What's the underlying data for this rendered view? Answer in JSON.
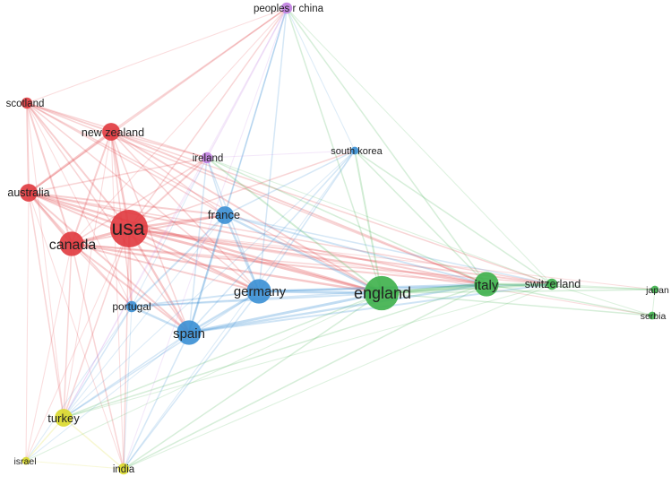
{
  "clusters": {
    "red": "#e0393e",
    "blue": "#3a8fd4",
    "green": "#3db04a",
    "purple": "#c07ee0",
    "yellow": "#d9d92a"
  },
  "nodes": [
    {
      "id": "peoples r china",
      "label": "peoples r china",
      "cluster": "purple",
      "weight": 2
    },
    {
      "id": "scotland",
      "label": "scotland",
      "cluster": "red",
      "weight": 2
    },
    {
      "id": "new zealand",
      "label": "new zealand",
      "cluster": "red",
      "weight": 4
    },
    {
      "id": "ireland",
      "label": "ireland",
      "cluster": "purple",
      "weight": 2
    },
    {
      "id": "south korea",
      "label": "south korea",
      "cluster": "blue",
      "weight": 1
    },
    {
      "id": "australia",
      "label": "australia",
      "cluster": "red",
      "weight": 4
    },
    {
      "id": "usa",
      "label": "usa",
      "cluster": "red",
      "weight": 10
    },
    {
      "id": "france",
      "label": "france",
      "cluster": "blue",
      "weight": 4
    },
    {
      "id": "canada",
      "label": "canada",
      "cluster": "red",
      "weight": 6
    },
    {
      "id": "germany",
      "label": "germany",
      "cluster": "blue",
      "weight": 6
    },
    {
      "id": "england",
      "label": "england",
      "cluster": "green",
      "weight": 9
    },
    {
      "id": "italy",
      "label": "italy",
      "cluster": "green",
      "weight": 6
    },
    {
      "id": "switzerland",
      "label": "switzerland",
      "cluster": "green",
      "weight": 2
    },
    {
      "id": "japan",
      "label": "japan",
      "cluster": "green",
      "weight": 1
    },
    {
      "id": "serbia",
      "label": "serbia",
      "cluster": "green",
      "weight": 1
    },
    {
      "id": "portugal",
      "label": "portugal",
      "cluster": "blue",
      "weight": 2
    },
    {
      "id": "spain",
      "label": "spain",
      "cluster": "blue",
      "weight": 6
    },
    {
      "id": "turkey",
      "label": "turkey",
      "cluster": "yellow",
      "weight": 4
    },
    {
      "id": "israel",
      "label": "israel",
      "cluster": "yellow",
      "weight": 1
    },
    {
      "id": "india",
      "label": "india",
      "cluster": "yellow",
      "weight": 2
    }
  ],
  "edges": [
    [
      "usa",
      "canada",
      5
    ],
    [
      "usa",
      "australia",
      4
    ],
    [
      "usa",
      "new zealand",
      4
    ],
    [
      "usa",
      "scotland",
      3
    ],
    [
      "usa",
      "england",
      5
    ],
    [
      "usa",
      "germany",
      4
    ],
    [
      "usa",
      "spain",
      4
    ],
    [
      "usa",
      "france",
      4
    ],
    [
      "usa",
      "italy",
      4
    ],
    [
      "usa",
      "portugal",
      3
    ],
    [
      "usa",
      "ireland",
      3
    ],
    [
      "usa",
      "peoples r china",
      2
    ],
    [
      "usa",
      "south korea",
      2
    ],
    [
      "usa",
      "switzerland",
      3
    ],
    [
      "usa",
      "turkey",
      2
    ],
    [
      "usa",
      "india",
      2
    ],
    [
      "usa",
      "israel",
      1
    ],
    [
      "usa",
      "japan",
      1
    ],
    [
      "usa",
      "serbia",
      1
    ],
    [
      "canada",
      "australia",
      4
    ],
    [
      "canada",
      "new zealand",
      3
    ],
    [
      "canada",
      "scotland",
      3
    ],
    [
      "canada",
      "england",
      4
    ],
    [
      "canada",
      "germany",
      3
    ],
    [
      "canada",
      "spain",
      3
    ],
    [
      "canada",
      "france",
      3
    ],
    [
      "canada",
      "italy",
      3
    ],
    [
      "canada",
      "portugal",
      2
    ],
    [
      "canada",
      "ireland",
      2
    ],
    [
      "canada",
      "turkey",
      2
    ],
    [
      "canada",
      "india",
      2
    ],
    [
      "canada",
      "israel",
      1
    ],
    [
      "canada",
      "peoples r china",
      1
    ],
    [
      "canada",
      "switzerland",
      2
    ],
    [
      "australia",
      "new zealand",
      4
    ],
    [
      "australia",
      "scotland",
      3
    ],
    [
      "australia",
      "england",
      4
    ],
    [
      "australia",
      "germany",
      3
    ],
    [
      "australia",
      "spain",
      3
    ],
    [
      "australia",
      "france",
      3
    ],
    [
      "australia",
      "italy",
      3
    ],
    [
      "australia",
      "portugal",
      2
    ],
    [
      "australia",
      "ireland",
      2
    ],
    [
      "australia",
      "peoples r china",
      2
    ],
    [
      "australia",
      "turkey",
      2
    ],
    [
      "australia",
      "india",
      1
    ],
    [
      "australia",
      "israel",
      1
    ],
    [
      "australia",
      "switzerland",
      2
    ],
    [
      "new zealand",
      "scotland",
      3
    ],
    [
      "new zealand",
      "england",
      3
    ],
    [
      "new zealand",
      "germany",
      2
    ],
    [
      "new zealand",
      "spain",
      2
    ],
    [
      "new zealand",
      "france",
      2
    ],
    [
      "new zealand",
      "italy",
      3
    ],
    [
      "new zealand",
      "ireland",
      2
    ],
    [
      "new zealand",
      "peoples r china",
      2
    ],
    [
      "new zealand",
      "portugal",
      2
    ],
    [
      "new zealand",
      "turkey",
      1
    ],
    [
      "new zealand",
      "india",
      1
    ],
    [
      "new zealand",
      "switzerland",
      2
    ],
    [
      "scotland",
      "england",
      2
    ],
    [
      "scotland",
      "germany",
      2
    ],
    [
      "scotland",
      "spain",
      2
    ],
    [
      "scotland",
      "france",
      2
    ],
    [
      "scotland",
      "italy",
      2
    ],
    [
      "scotland",
      "portugal",
      1
    ],
    [
      "scotland",
      "ireland",
      2
    ],
    [
      "scotland",
      "turkey",
      1
    ],
    [
      "scotland",
      "peoples r china",
      1
    ],
    [
      "germany",
      "spain",
      4
    ],
    [
      "germany",
      "france",
      4
    ],
    [
      "germany",
      "england",
      5
    ],
    [
      "germany",
      "italy",
      4
    ],
    [
      "germany",
      "portugal",
      3
    ],
    [
      "germany",
      "ireland",
      2
    ],
    [
      "germany",
      "south korea",
      2
    ],
    [
      "germany",
      "peoples r china",
      2
    ],
    [
      "germany",
      "switzerland",
      3
    ],
    [
      "germany",
      "turkey",
      2
    ],
    [
      "germany",
      "india",
      2
    ],
    [
      "spain",
      "france",
      4
    ],
    [
      "spain",
      "england",
      5
    ],
    [
      "spain",
      "italy",
      4
    ],
    [
      "spain",
      "portugal",
      4
    ],
    [
      "spain",
      "ireland",
      2
    ],
    [
      "spain",
      "south korea",
      2
    ],
    [
      "spain",
      "peoples r china",
      2
    ],
    [
      "spain",
      "switzerland",
      3
    ],
    [
      "spain",
      "turkey",
      2
    ],
    [
      "spain",
      "india",
      2
    ],
    [
      "spain",
      "israel",
      1
    ],
    [
      "france",
      "england",
      4
    ],
    [
      "france",
      "italy",
      3
    ],
    [
      "france",
      "portugal",
      3
    ],
    [
      "france",
      "ireland",
      2
    ],
    [
      "france",
      "south korea",
      2
    ],
    [
      "france",
      "peoples r china",
      2
    ],
    [
      "france",
      "switzerland",
      2
    ],
    [
      "france",
      "turkey",
      1
    ],
    [
      "portugal",
      "england",
      3
    ],
    [
      "portugal",
      "italy",
      2
    ],
    [
      "portugal",
      "turkey",
      2
    ],
    [
      "portugal",
      "india",
      1
    ],
    [
      "portugal",
      "israel",
      1
    ],
    [
      "portugal",
      "ireland",
      1
    ],
    [
      "england",
      "italy",
      6
    ],
    [
      "england",
      "switzerland",
      4
    ],
    [
      "england",
      "japan",
      2
    ],
    [
      "england",
      "serbia",
      2
    ],
    [
      "england",
      "ireland",
      3
    ],
    [
      "england",
      "south korea",
      3
    ],
    [
      "england",
      "peoples r china",
      2
    ],
    [
      "england",
      "turkey",
      2
    ],
    [
      "england",
      "india",
      2
    ],
    [
      "england",
      "israel",
      1
    ],
    [
      "italy",
      "switzerland",
      4
    ],
    [
      "italy",
      "japan",
      2
    ],
    [
      "italy",
      "serbia",
      2
    ],
    [
      "italy",
      "ireland",
      2
    ],
    [
      "italy",
      "south korea",
      2
    ],
    [
      "italy",
      "peoples r china",
      2
    ],
    [
      "italy",
      "turkey",
      2
    ],
    [
      "italy",
      "india",
      2
    ],
    [
      "switzerland",
      "japan",
      1
    ],
    [
      "switzerland",
      "serbia",
      1
    ],
    [
      "switzerland",
      "south korea",
      2
    ],
    [
      "switzerland",
      "peoples r china",
      1
    ],
    [
      "switzerland",
      "ireland",
      1
    ],
    [
      "switzerland",
      "turkey",
      1
    ],
    [
      "switzerland",
      "india",
      1
    ],
    [
      "ireland",
      "peoples r china",
      2
    ],
    [
      "ireland",
      "south korea",
      1
    ],
    [
      "ireland",
      "turkey",
      1
    ],
    [
      "south korea",
      "peoples r china",
      1
    ],
    [
      "south korea",
      "turkey",
      1
    ],
    [
      "south korea",
      "india",
      1
    ],
    [
      "turkey",
      "india",
      2
    ],
    [
      "turkey",
      "israel",
      2
    ],
    [
      "india",
      "israel",
      1
    ],
    [
      "peoples r china",
      "turkey",
      1
    ],
    [
      "peoples r china",
      "india",
      1
    ],
    [
      "japan",
      "serbia",
      1
    ]
  ]
}
